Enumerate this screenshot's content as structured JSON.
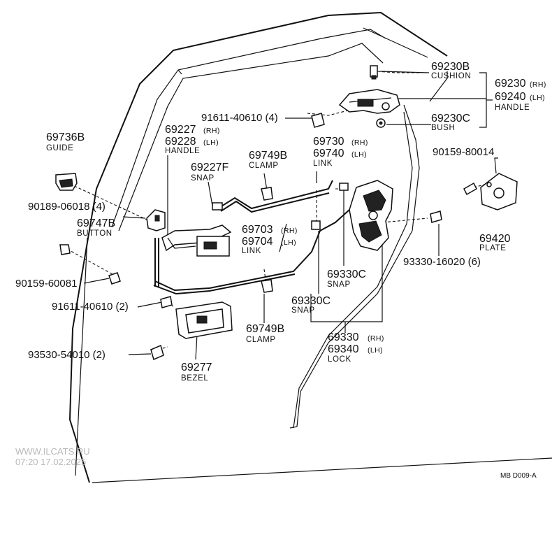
{
  "parts": [
    {
      "id": "p69230B",
      "number": "69230B",
      "name": "CUSHION"
    },
    {
      "id": "p69230",
      "number": "69230",
      "suffix": "(RH)"
    },
    {
      "id": "p69240",
      "number": "69240",
      "suffix": "(LH)",
      "name": "HANDLE"
    },
    {
      "id": "p91611a",
      "number": "91611-40610 (4)"
    },
    {
      "id": "p69230C",
      "number": "69230C",
      "name": "BUSH"
    },
    {
      "id": "p69736B",
      "number": "69736B",
      "name": "GUIDE"
    },
    {
      "id": "p69227",
      "number": "69227",
      "suffix": "(RH)"
    },
    {
      "id": "p69228",
      "number": "69228",
      "suffix": "(LH)",
      "name": "HANDLE"
    },
    {
      "id": "p69749Ba",
      "number": "69749B",
      "name": "CLAMP"
    },
    {
      "id": "p69730",
      "number": "69730",
      "suffix": "(RH)"
    },
    {
      "id": "p69740",
      "number": "69740",
      "suffix": "(LH)",
      "name": "LINK"
    },
    {
      "id": "p90159a",
      "number": "90159-80014"
    },
    {
      "id": "p69227F",
      "number": "69227F",
      "name": "SNAP"
    },
    {
      "id": "p90189",
      "number": "90189-06018 (4)"
    },
    {
      "id": "p69747B",
      "number": "69747B",
      "name": "BUTTON"
    },
    {
      "id": "p69703",
      "number": "69703",
      "suffix": "(RH)"
    },
    {
      "id": "p69704",
      "number": "69704",
      "suffix": "(LH)",
      "name": "LINK"
    },
    {
      "id": "p69420",
      "number": "69420",
      "name": "PLATE"
    },
    {
      "id": "p93330",
      "number": "93330-16020 (6)"
    },
    {
      "id": "p90159b",
      "number": "90159-60081"
    },
    {
      "id": "p69330Ca",
      "number": "69330C",
      "name": "SNAP"
    },
    {
      "id": "p91611b",
      "number": "91611-40610 (2)"
    },
    {
      "id": "p69330Cb",
      "number": "69330C",
      "name": "SNAP"
    },
    {
      "id": "p69749Bb",
      "number": "69749B",
      "name": "CLAMP"
    },
    {
      "id": "p69330",
      "number": "69330",
      "suffix": "(RH)"
    },
    {
      "id": "p69340",
      "number": "69340",
      "suffix": "(LH)",
      "name": "LOCK"
    },
    {
      "id": "p93530",
      "number": "93530-54010 (2)"
    },
    {
      "id": "p69277",
      "number": "69277",
      "name": "BEZEL"
    }
  ],
  "watermark": {
    "site": "WWW.ILCATS.RU",
    "timestamp": "07:20 17.02.2025"
  },
  "diagram_ref": "MB  D009-A"
}
